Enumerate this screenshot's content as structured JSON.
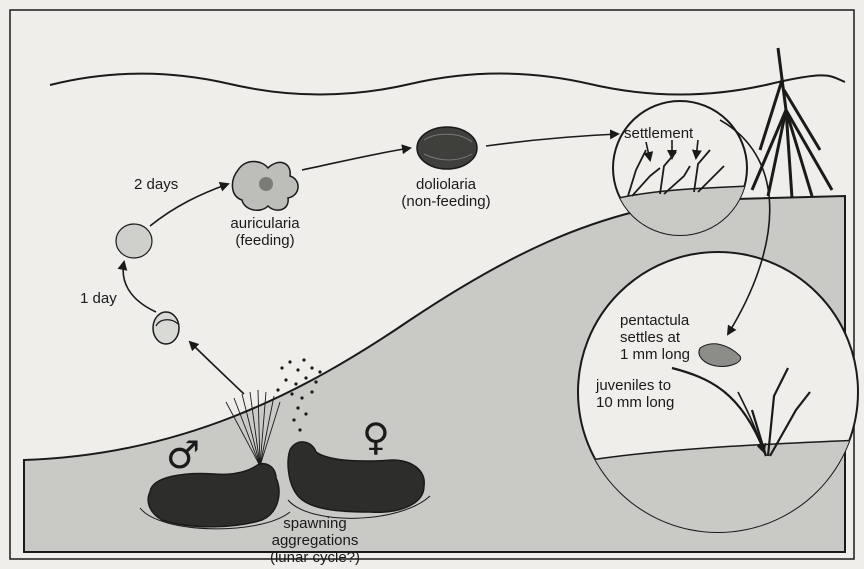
{
  "colors": {
    "paper": "#efeeea",
    "seabed": "#c9c9c6",
    "ink": "#1a1a1a",
    "cucumber": "#2d2d2b"
  },
  "stages": {
    "day1": "1 day",
    "day2": "2 days",
    "auricularia_line1": "auricularia",
    "auricularia_line2": "(feeding)",
    "doliolaria_line1": "doliolaria",
    "doliolaria_line2": "(non-feeding)",
    "settlement": "settlement"
  },
  "inset": {
    "pentactula_line1": "pentactula",
    "pentactula_line2": "settles at",
    "pentactula_line3": "1 mm long",
    "juveniles_line1": "juveniles to",
    "juveniles_line2": "10 mm long"
  },
  "spawning": {
    "line1": "spawning",
    "line2": "aggregations",
    "line3": "(lunar cycle?)"
  },
  "symbols": {
    "male": "♂",
    "female": "♀"
  }
}
